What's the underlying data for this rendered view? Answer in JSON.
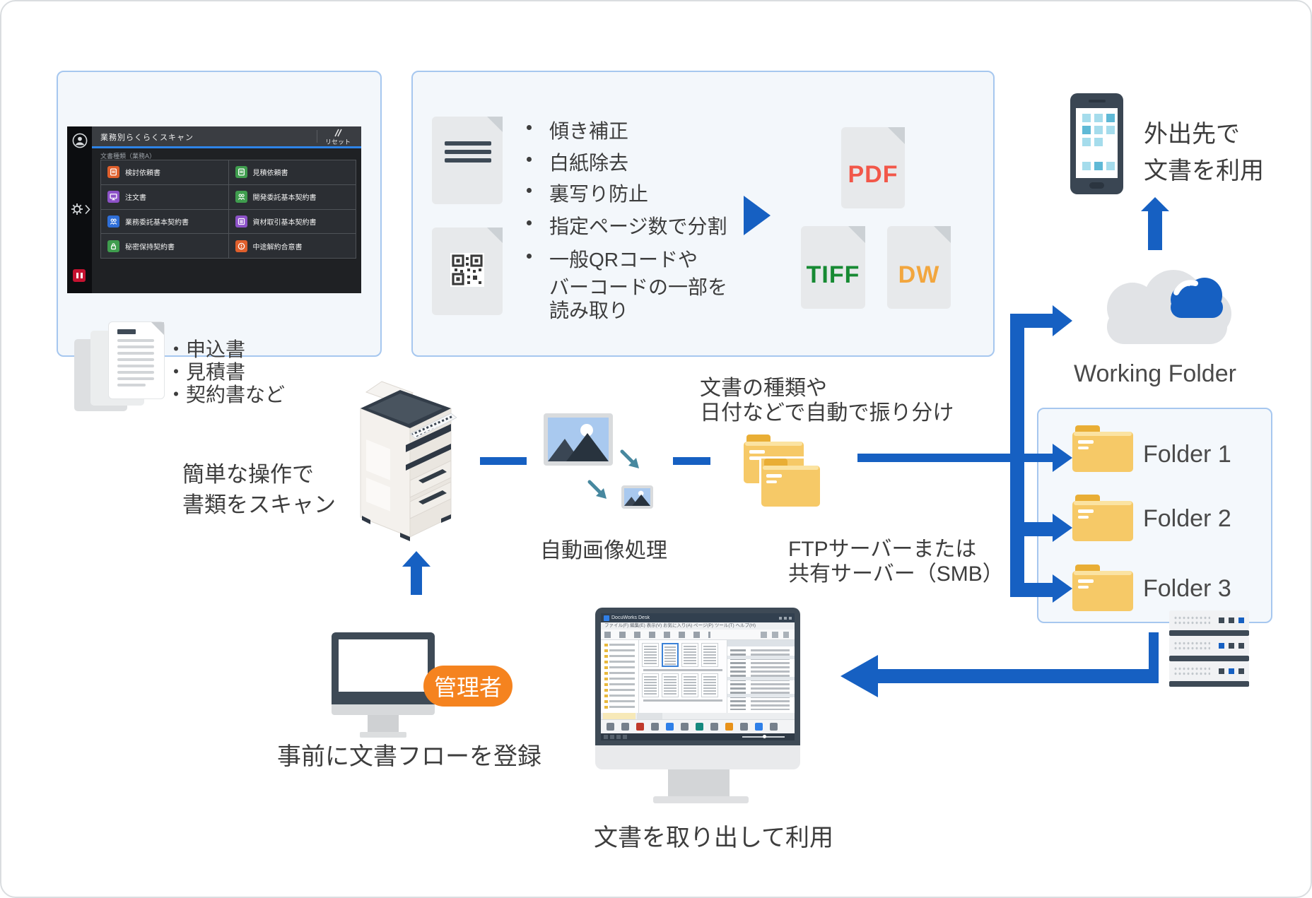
{
  "colors": {
    "accent_blue": "#1660c2",
    "box_border": "#a6c7ef",
    "box_bg": "#f3f7fb",
    "text": "#3d3d3d",
    "badge_orange": "#f5831f",
    "teal_arrow": "#47889f",
    "folder_yellow": "#f6c967"
  },
  "panel": {
    "title": "業務別らくらくスキャン",
    "reset_label": "リセット",
    "section_label": "文書種類（業務A）",
    "buttons": [
      {
        "label": "検討依頼書",
        "color": "#df5f2c",
        "icon": "document"
      },
      {
        "label": "見積依頼書",
        "color": "#3f9d4e",
        "icon": "document"
      },
      {
        "label": "注文書",
        "color": "#8d52c8",
        "icon": "order"
      },
      {
        "label": "開発委託基本契約書",
        "color": "#3f9d4e",
        "icon": "people"
      },
      {
        "label": "業務委託基本契約書",
        "color": "#2f6fd8",
        "icon": "people"
      },
      {
        "label": "資材取引基本契約書",
        "color": "#8d52c8",
        "icon": "list"
      },
      {
        "label": "秘密保持契約書",
        "color": "#3f9d4e",
        "icon": "lock"
      },
      {
        "label": "中途解約合意書",
        "color": "#df5f2c",
        "icon": "alert"
      }
    ]
  },
  "source_docs": {
    "lines": [
      "・申込書",
      "・見積書",
      "・契約書など"
    ]
  },
  "scan_caption": {
    "line1": "簡単な操作で",
    "line2": "書類をスキャン"
  },
  "features": {
    "bullet_items": [
      "傾き補正",
      "白紙除去",
      "裏写り防止",
      "指定ページ数で分割",
      "一般QRコードや"
    ],
    "qr_continuation": [
      "バーコードの一部を",
      "読み取り"
    ]
  },
  "formats": {
    "pdf": {
      "label": "PDF",
      "color": "#f25749"
    },
    "tiff": {
      "label": "TIFF",
      "color": "#178a33"
    },
    "dw": {
      "label": "DW",
      "color": "#f2a63e"
    }
  },
  "image_processing": {
    "caption": "自動画像処理"
  },
  "sorting": {
    "line1": "文書の種類や",
    "line2": "日付などで自動で振り分け"
  },
  "server_note": {
    "line1": "FTPサーバーまたは",
    "line2": "共有サーバー（SMB）"
  },
  "mobile": {
    "line1": "外出先で",
    "line2": "文書を利用"
  },
  "cloud": {
    "label": "Working Folder"
  },
  "folder_box": {
    "folders": [
      {
        "label": "Folder 1"
      },
      {
        "label": "Folder 2"
      },
      {
        "label": "Folder 3"
      }
    ]
  },
  "admin": {
    "badge": "管理者",
    "caption": "事前に文書フローを登録"
  },
  "retrieve": {
    "caption": "文書を取り出して利用"
  },
  "desk_app": {
    "title": "DocuWorks Desk",
    "menus": "ファイル(F)  編集(E)  表示(V)  お気に入り(A)  ページ(P)  ツール(T)  ヘルプ(H)"
  }
}
